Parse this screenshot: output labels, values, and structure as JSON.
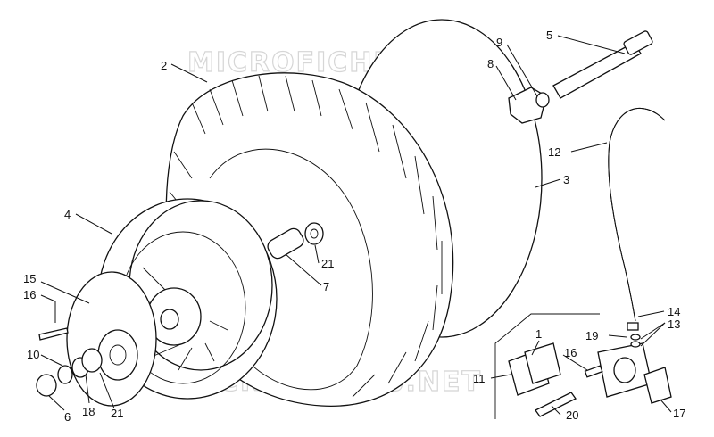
{
  "watermark": "MICROFICHES.NET",
  "labels": [
    {
      "id": "2",
      "text": "2"
    },
    {
      "id": "4",
      "text": "4"
    },
    {
      "id": "15",
      "text": "15"
    },
    {
      "id": "16a",
      "text": "16"
    },
    {
      "id": "10",
      "text": "10"
    },
    {
      "id": "6",
      "text": "6"
    },
    {
      "id": "18",
      "text": "18"
    },
    {
      "id": "21a",
      "text": "21"
    },
    {
      "id": "21b",
      "text": "21"
    },
    {
      "id": "7",
      "text": "7"
    },
    {
      "id": "3",
      "text": "3"
    },
    {
      "id": "9",
      "text": "9"
    },
    {
      "id": "8",
      "text": "8"
    },
    {
      "id": "5",
      "text": "5"
    },
    {
      "id": "12",
      "text": "12"
    },
    {
      "id": "14",
      "text": "14"
    },
    {
      "id": "13",
      "text": "13"
    },
    {
      "id": "19",
      "text": "19"
    },
    {
      "id": "1",
      "text": "1"
    },
    {
      "id": "16b",
      "text": "16"
    },
    {
      "id": "11",
      "text": "11"
    },
    {
      "id": "20",
      "text": "20"
    },
    {
      "id": "17",
      "text": "17"
    }
  ]
}
